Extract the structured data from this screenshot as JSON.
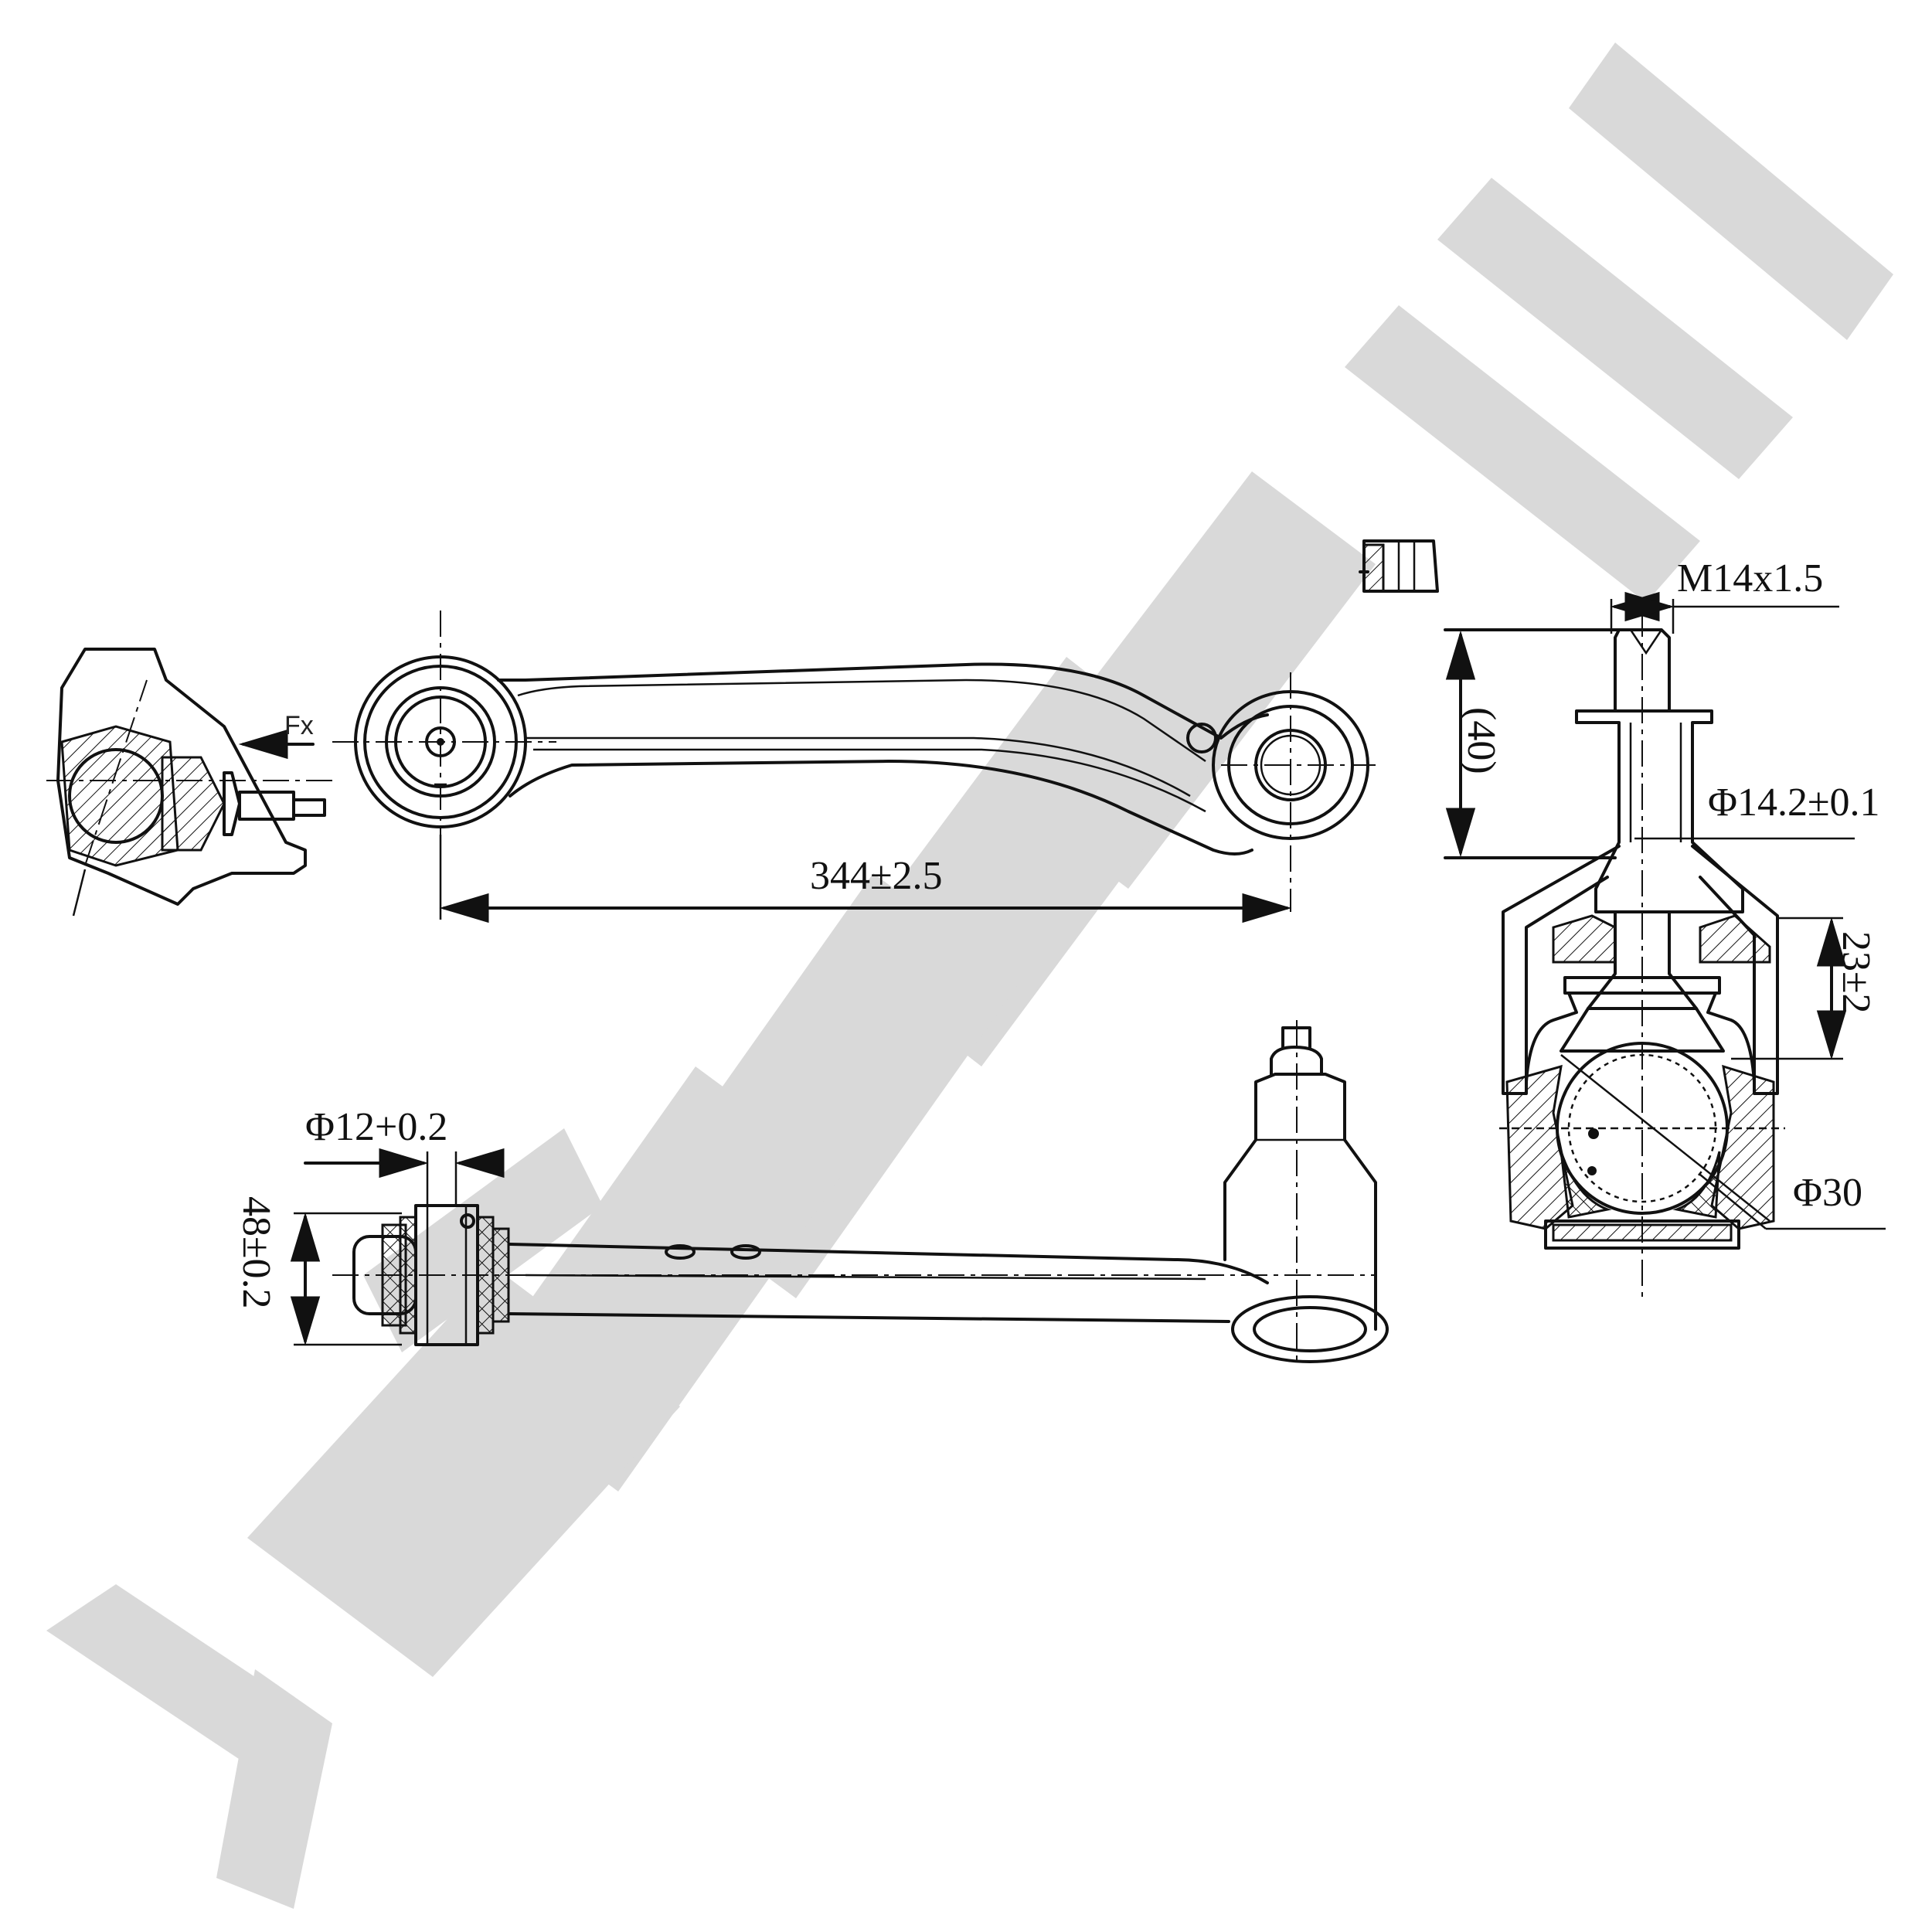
{
  "drawing": {
    "labels": {
      "force": "Fx",
      "length": "344±2.5",
      "bushing_diameter": "Φ12+0.2",
      "bushing_width": "48±0.2",
      "thread": "M14x1.5",
      "taper_length": "(40)",
      "taper_diameter": "Φ14.2±0.1",
      "joint_height": "23±2",
      "ball_diameter": "Φ30"
    }
  }
}
